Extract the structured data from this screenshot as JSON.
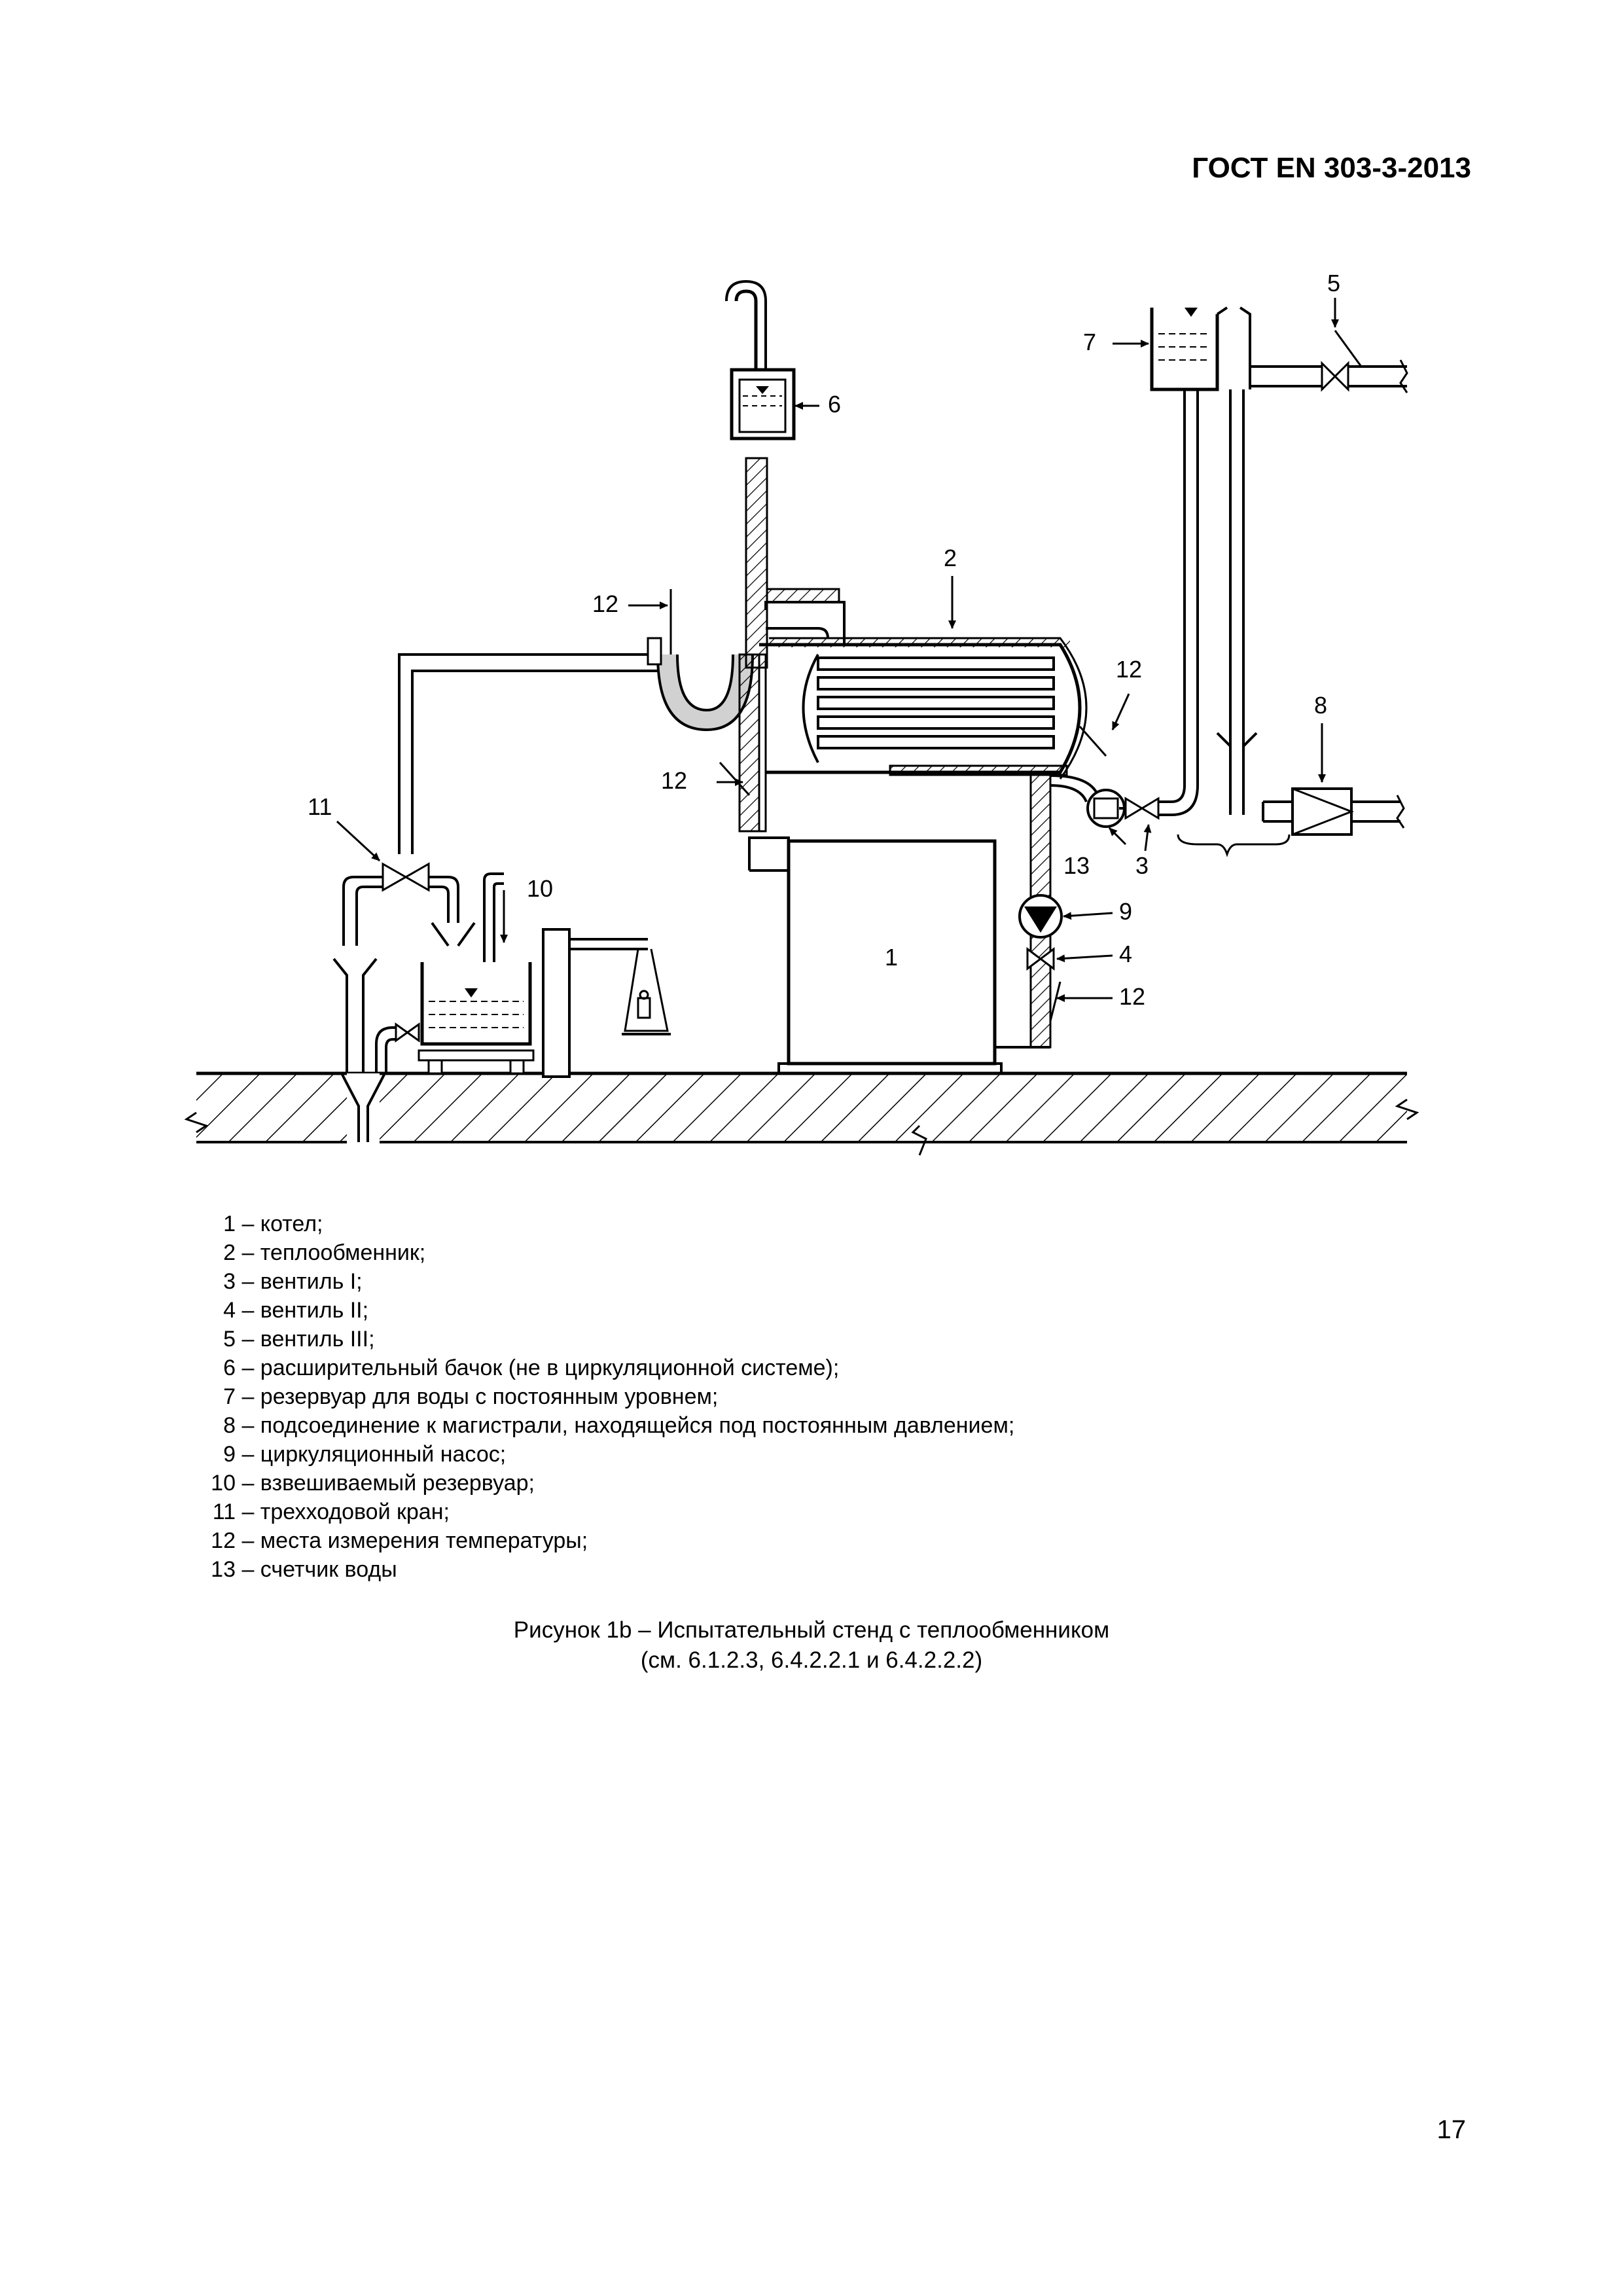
{
  "header": {
    "doc_id": "ГОСТ EN 303-3-2013"
  },
  "diagram": {
    "callouts": [
      "1",
      "2",
      "3",
      "4",
      "5",
      "6",
      "7",
      "8",
      "9",
      "10",
      "11",
      "12",
      "13"
    ]
  },
  "legend": [
    {
      "num": "1",
      "text": "– котел;"
    },
    {
      "num": "2",
      "text": "– теплообменник;"
    },
    {
      "num": "3",
      "text": "– вентиль I;"
    },
    {
      "num": "4",
      "text": "– вентиль II;"
    },
    {
      "num": "5",
      "text": "– вентиль III;"
    },
    {
      "num": "6",
      "text": "– расширительный бачок (не в циркуляционной системе);"
    },
    {
      "num": "7",
      "text": "– резервуар для воды с постоянным уровнем;"
    },
    {
      "num": "8",
      "text": "– подсоединение к магистрали, находящейся под постоянным давлением;"
    },
    {
      "num": "9",
      "text": "– циркуляционный насос;"
    },
    {
      "num": "10",
      "text": "– взвешиваемый резервуар;"
    },
    {
      "num": "11",
      "text": "– трехходовой кран;"
    },
    {
      "num": "12",
      "text": "– места измерения температуры;"
    },
    {
      "num": "13",
      "text": "– счетчик воды"
    }
  ],
  "caption": {
    "line1": "Рисунок 1b – Испытательный стенд с теплообменником",
    "line2": "(см. 6.1.2.3, 6.4.2.2.1 и 6.4.2.2.2)"
  },
  "page_number": "17"
}
